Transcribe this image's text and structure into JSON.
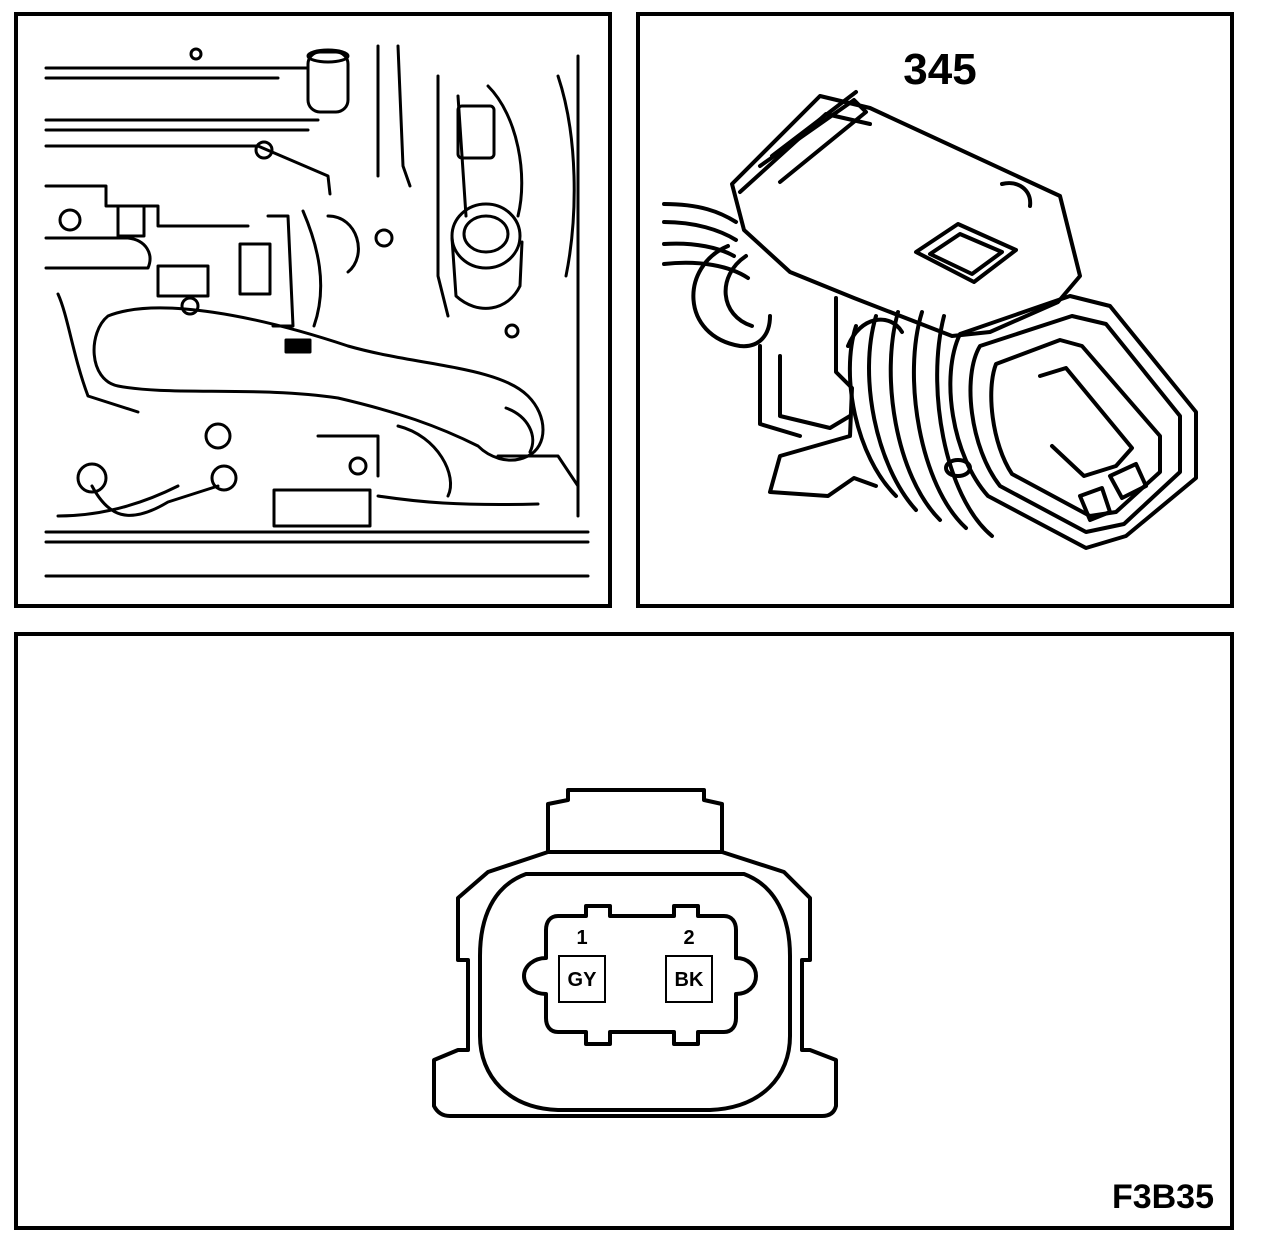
{
  "connector": {
    "number": "345",
    "pins": [
      {
        "pin": "1",
        "wire": "GY"
      },
      {
        "pin": "2",
        "wire": "BK"
      }
    ]
  },
  "figure_code": "F3B35"
}
